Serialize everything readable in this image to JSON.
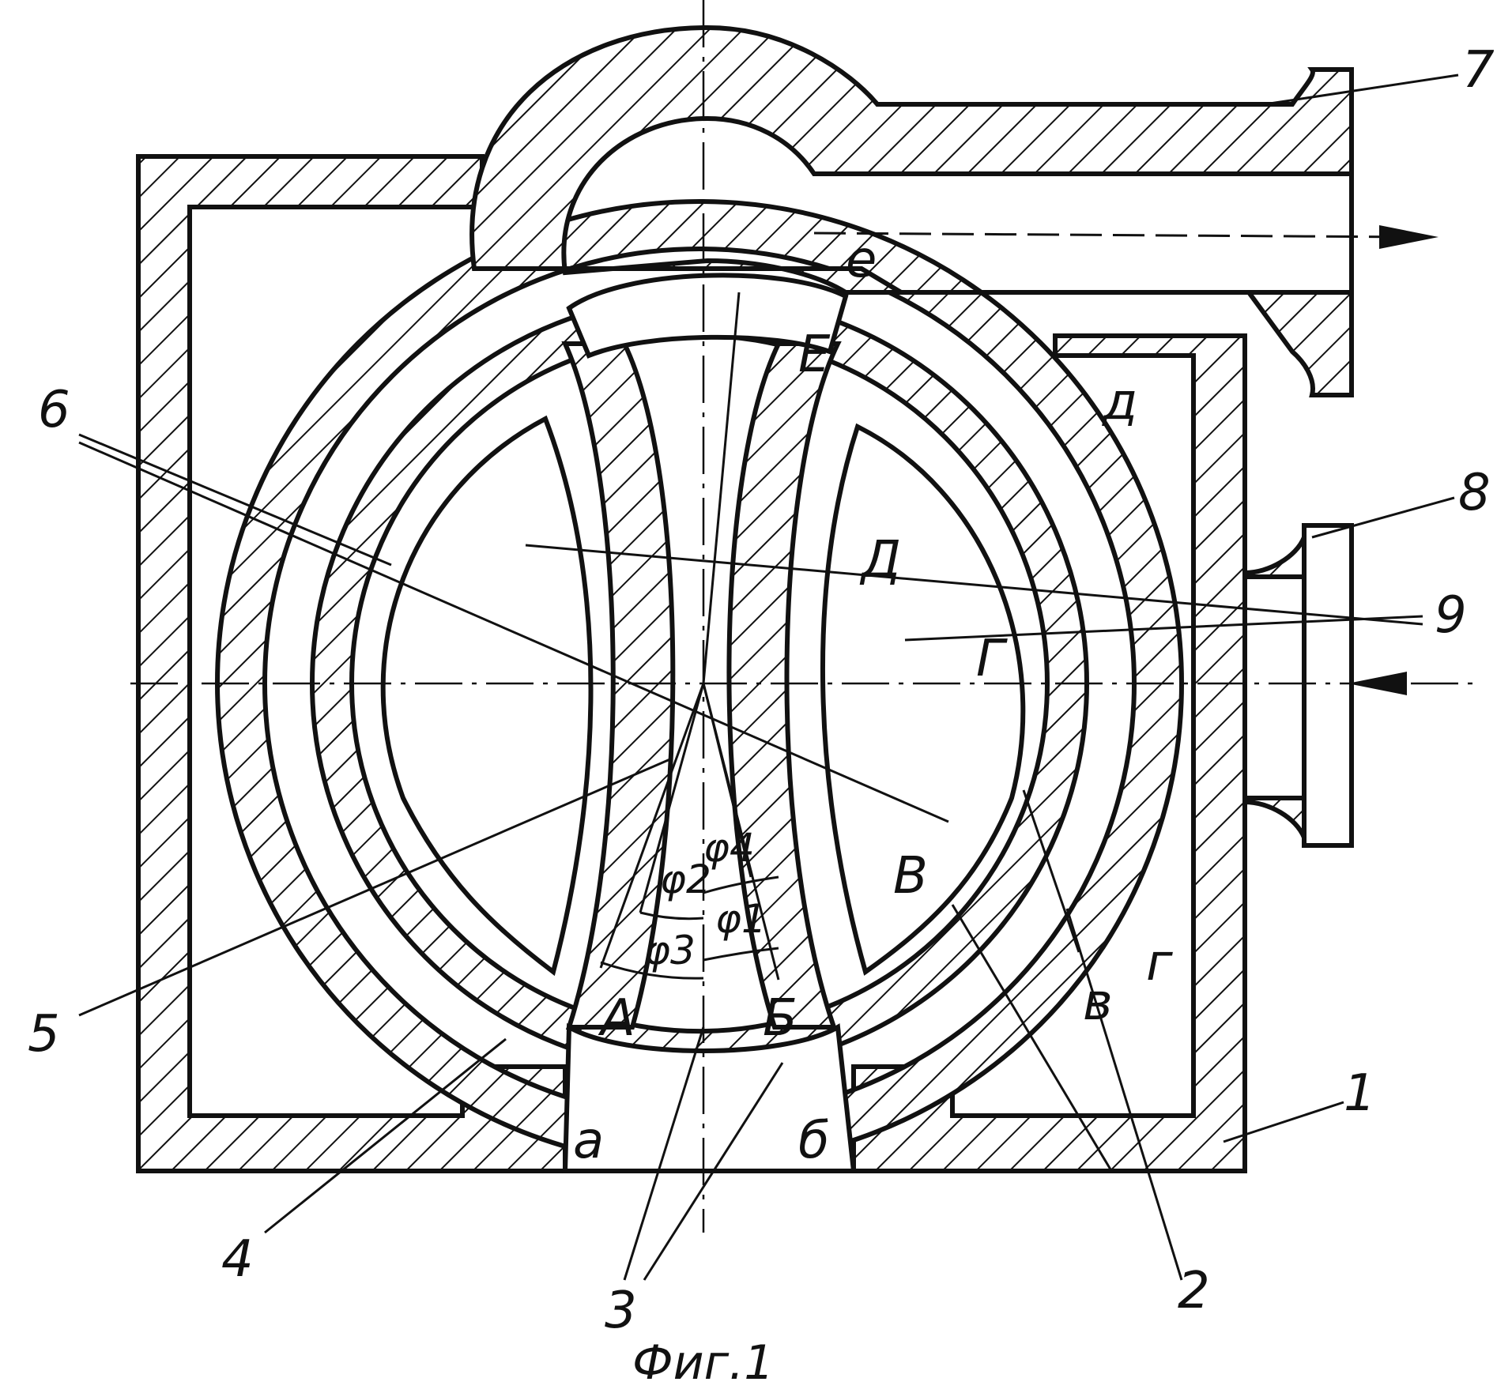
{
  "figure": {
    "caption": "Фиг.1",
    "part_numbers": [
      "1",
      "2",
      "3",
      "4",
      "5",
      "6",
      "7",
      "8",
      "9"
    ],
    "chambers": [
      "А",
      "Б",
      "В",
      "Г",
      "Д",
      "Е"
    ],
    "edges": [
      "а",
      "б",
      "в",
      "г",
      "д",
      "е"
    ],
    "angles": [
      "φ1",
      "φ2",
      "φ3",
      "φ4"
    ],
    "colors": {
      "ink": "#111111",
      "paper": "#ffffff"
    }
  }
}
